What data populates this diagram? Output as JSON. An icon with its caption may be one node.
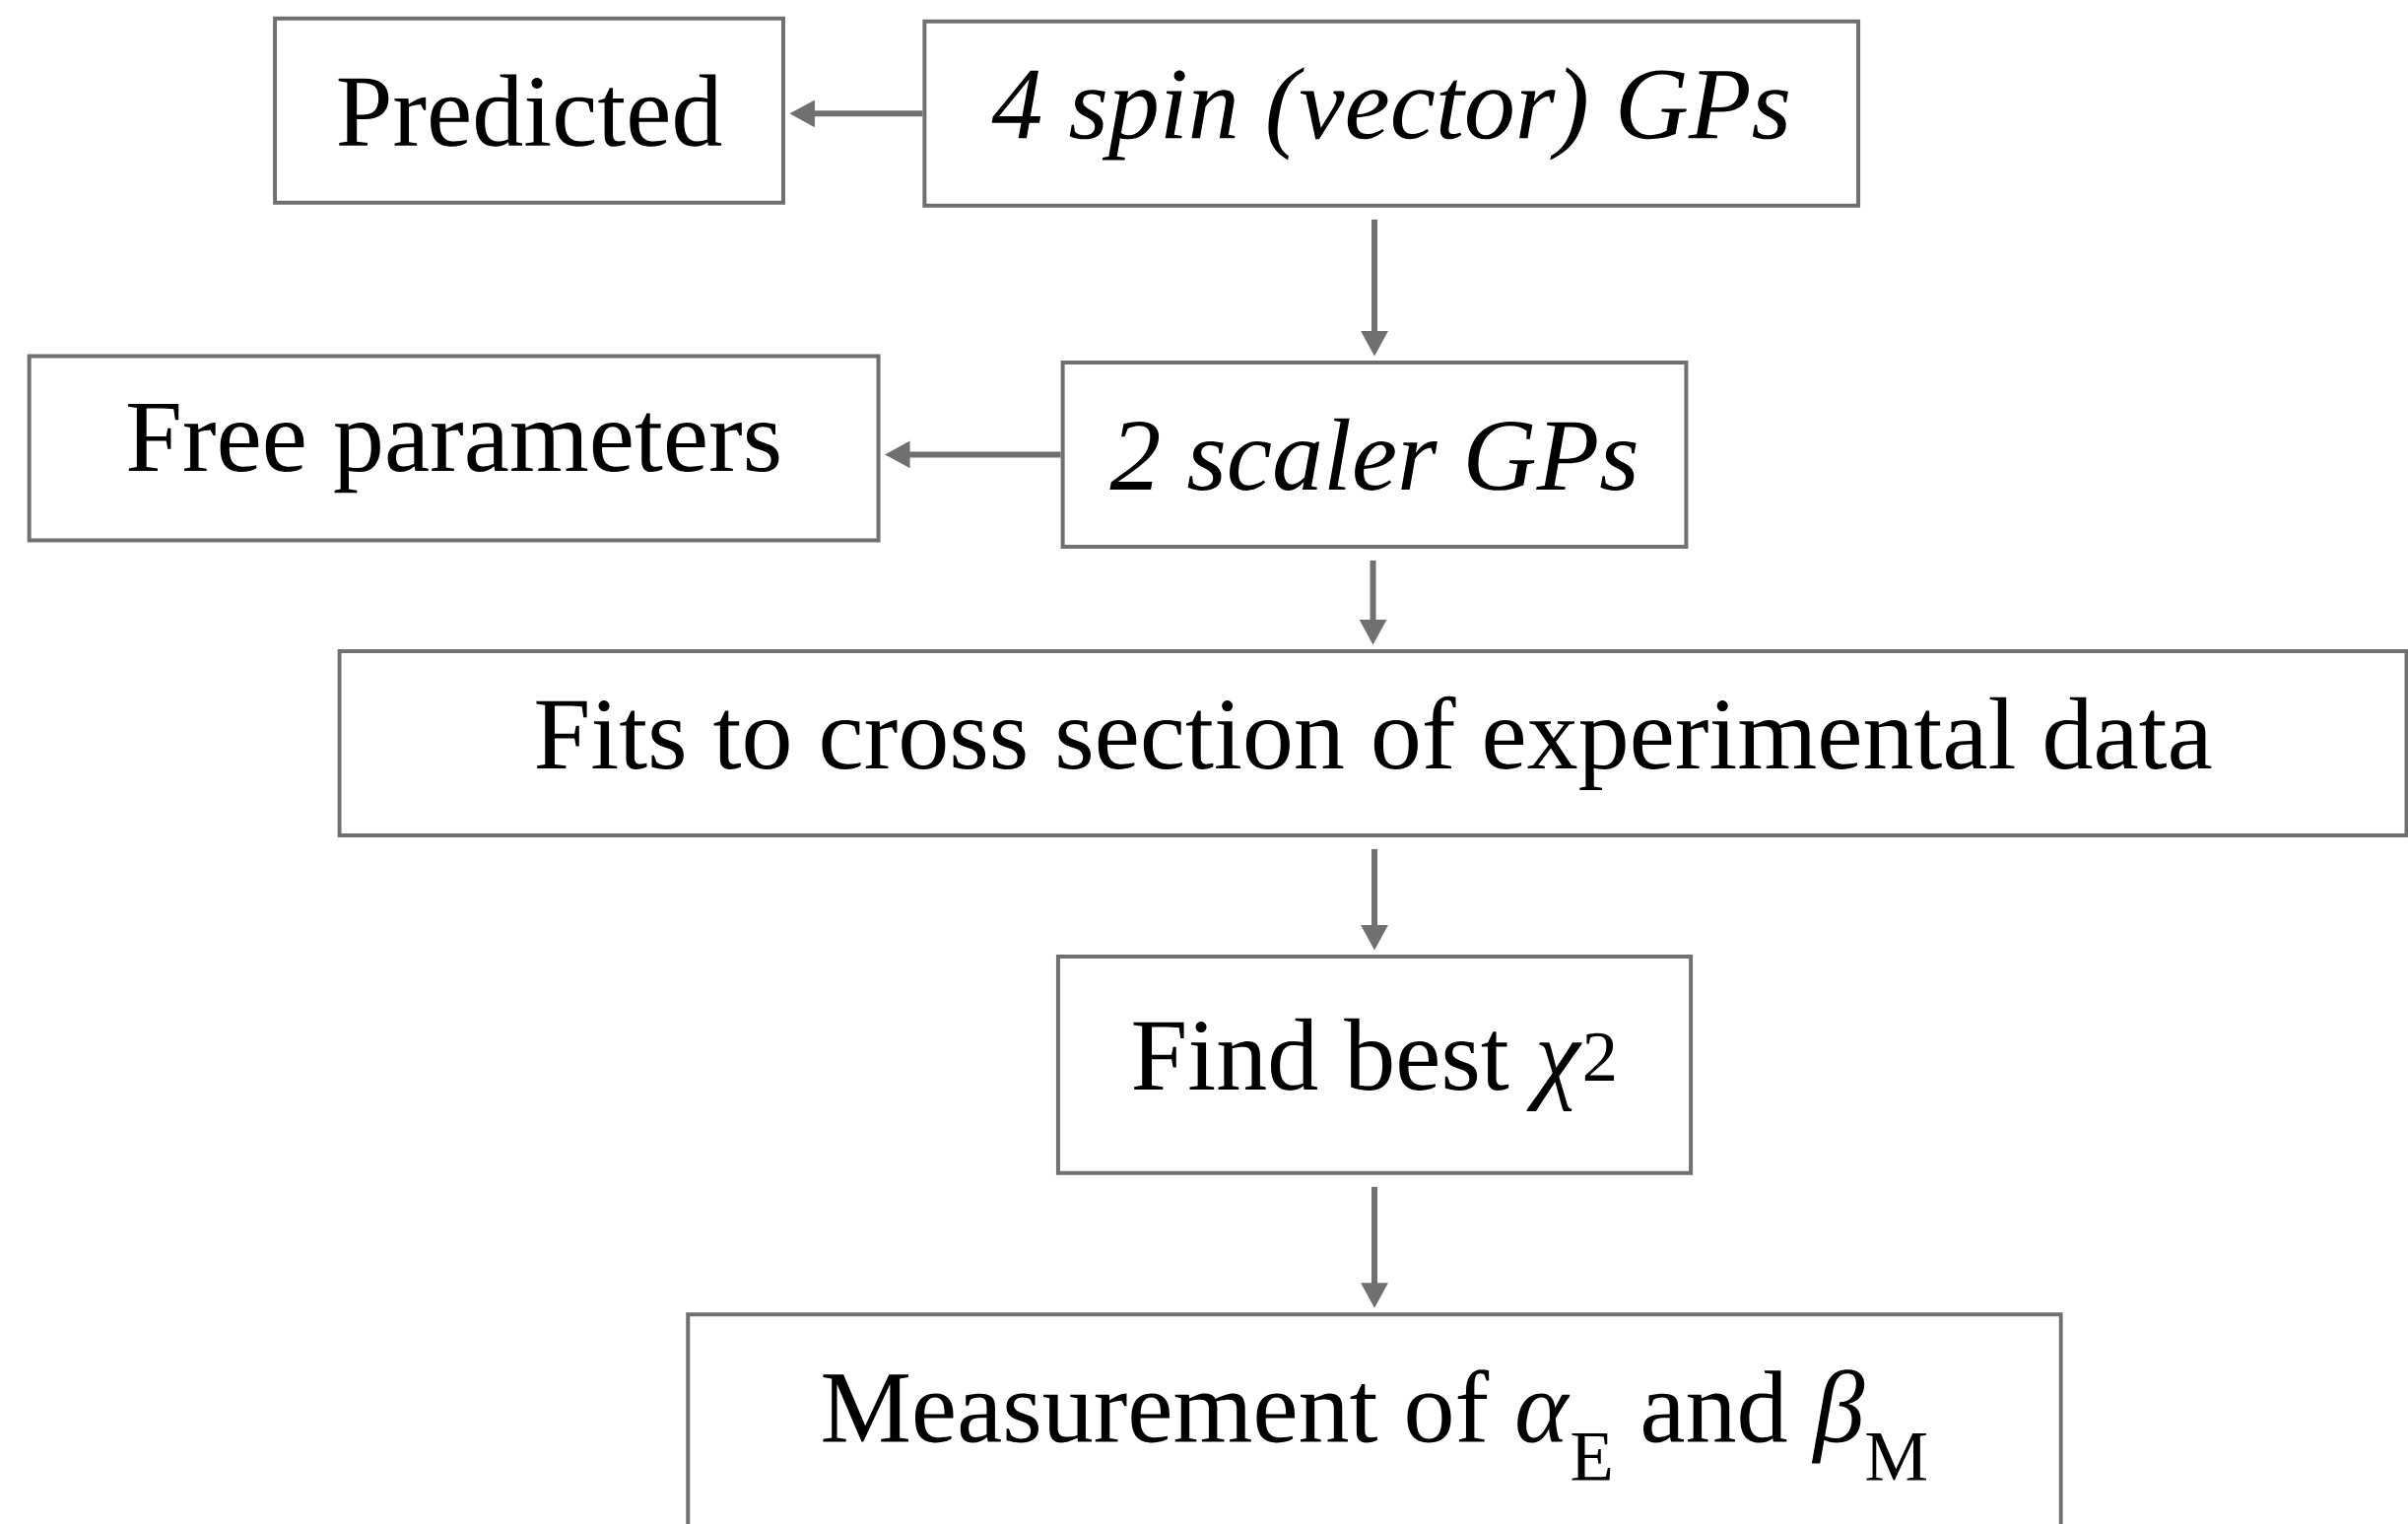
{
  "diagram": {
    "nodes": [
      {
        "text": [
          "Predicted"
        ]
      },
      {
        "text": [
          "4 spin (vector) GPs"
        ]
      },
      {
        "text": [
          "Free parameters"
        ]
      },
      {
        "text": [
          "2 scaler GPs"
        ]
      },
      {
        "text": [
          "Fits to cross section of experimental data"
        ]
      },
      {
        "text": [
          "Find best *χ*$^{2}$"
        ]
      },
      {
        "text": [
          "Measurement of *α*$_{E}$ and *β*$_{M}$"
        ]
      }
    ],
    "edges": [
      {
        "from": 1,
        "to": 0,
        "arrow": "to"
      },
      {
        "from": 1,
        "to": 3,
        "arrow": "to"
      },
      {
        "from": 3,
        "to": 2,
        "arrow": "to"
      },
      {
        "from": 3,
        "to": 4,
        "arrow": "to"
      },
      {
        "from": 4,
        "to": 5,
        "arrow": "to"
      },
      {
        "from": 5,
        "to": 6,
        "arrow": "to"
      }
    ]
  }
}
